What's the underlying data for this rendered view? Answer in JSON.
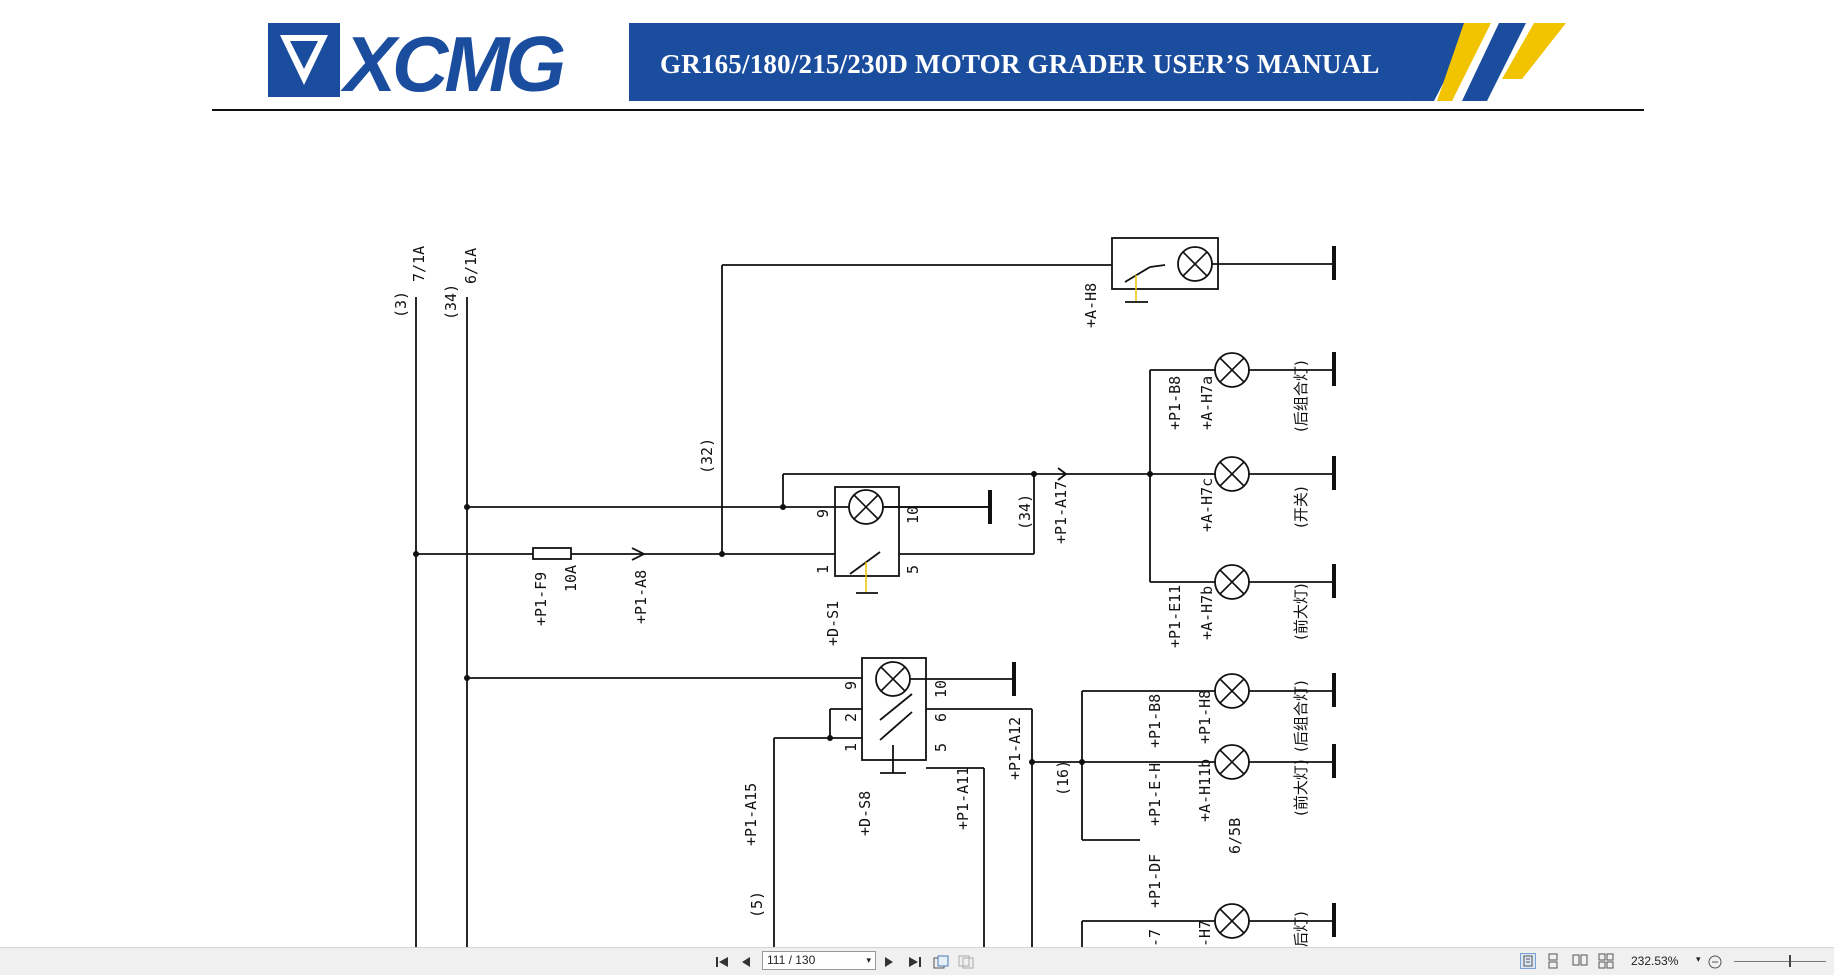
{
  "header": {
    "logo_text": "XCMG",
    "manual_title": "GR165/180/215/230D MOTOR GRADER USER’S MANUAL",
    "brand_blue": "#1a4d9e",
    "brand_yellow": "#f2c400"
  },
  "schematic": {
    "labels": {
      "wire_3": "(3)",
      "ref_7_1a": "7/1A",
      "wire_34a": "(34)",
      "ref_6_1a": "6/1A",
      "wire_32": "(32)",
      "fuse_f9": "+P1-F9",
      "fuse_rating": "10A",
      "conn_a8": "+P1-A8",
      "switch_s1": "+D-S1",
      "pin_9a": "9",
      "pin_10a": "10",
      "pin_1a": "1",
      "pin_5a": "5",
      "wire_34b": "(34)",
      "conn_a17": "+P1-A17",
      "lamp_h8_top": "+A-H8",
      "conn_b8_top": "+P1-B8",
      "lamp_h7a": "+A-H7a",
      "lamp_h7a_cn": "(后组合灯)",
      "lamp_h7c": "+A-H7c",
      "lamp_h7c_cn": "(开关)",
      "conn_e11": "+P1-E11",
      "lamp_h7b": "+A-H7b",
      "lamp_h7b_cn": "(前大灯)",
      "switch_s8": "+D-S8",
      "pin_9b": "9",
      "pin_10b": "10",
      "pin_2": "2",
      "pin_6": "6",
      "pin_1b": "1",
      "pin_5b": "5",
      "conn_a15": "+P1-A15",
      "conn_a11": "+P1-A11",
      "conn_a12": "+P1-A12",
      "wire_5": "(5)",
      "wire_16": "(16)",
      "conn_b8_low": "+P1-B8",
      "lamp_h8_low": "+P1-H8",
      "lamp_h8_low_cn": "(后组合灯)",
      "conn_e_h": "+P1-E-H",
      "lamp_h11b": "+A-H11b",
      "lamp_h11b_cn": "(前大灯)",
      "ref_6_5b": "6/5B",
      "conn_df": "+P1-DF",
      "lamp_h7": "-H7",
      "conn_7": "-7",
      "lamp_h7_cn": "后灯)"
    }
  },
  "toolbar": {
    "first_page_icon": "first-page-icon",
    "prev_page_icon": "prev-page-icon",
    "page_indicator": "111 / 130",
    "next_page_icon": "next-page-icon",
    "last_page_icon": "last-page-icon",
    "zoom": "232.53%"
  }
}
